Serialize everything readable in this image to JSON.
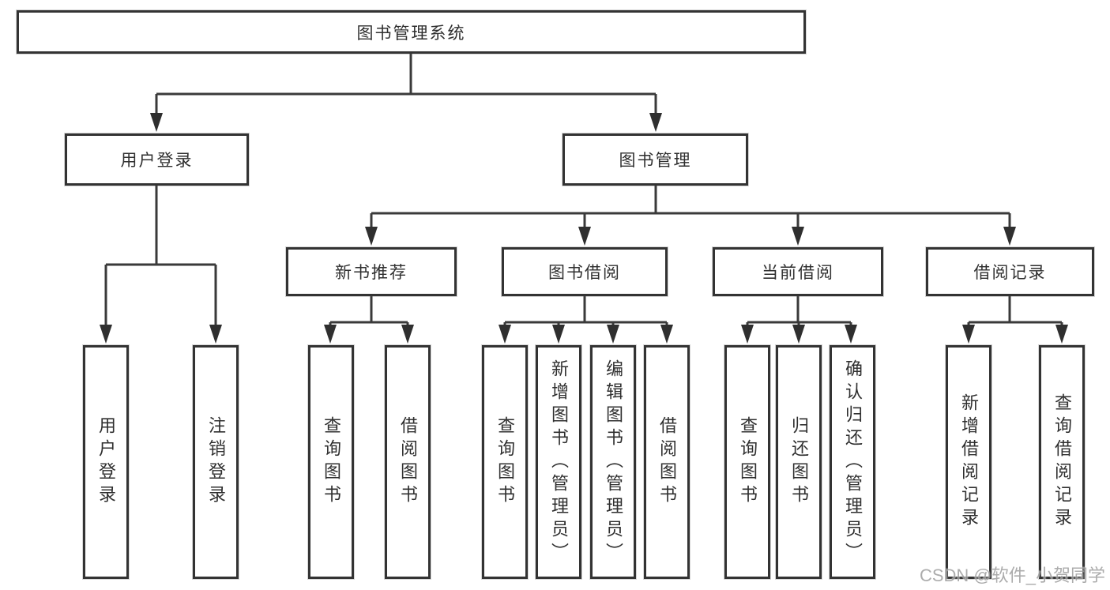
{
  "diagram": {
    "root": {
      "label": "图书管理系统"
    },
    "level2": [
      {
        "label": "用户登录"
      },
      {
        "label": "图书管理"
      }
    ],
    "level3": [
      {
        "label": "新书推荐"
      },
      {
        "label": "图书借阅"
      },
      {
        "label": "当前借阅"
      },
      {
        "label": "借阅记录"
      }
    ],
    "leaves": [
      {
        "label": "用户登录",
        "parent": "用户登录"
      },
      {
        "label": "注销登录",
        "parent": "用户登录"
      },
      {
        "label": "查询图书",
        "parent": "新书推荐"
      },
      {
        "label": "借阅图书",
        "parent": "新书推荐"
      },
      {
        "label": "查询图书",
        "parent": "图书借阅"
      },
      {
        "label": "新增图书（管理员）",
        "parent": "图书借阅"
      },
      {
        "label": "编辑图书（管理员）",
        "parent": "图书借阅"
      },
      {
        "label": "借阅图书",
        "parent": "图书借阅"
      },
      {
        "label": "查询图书",
        "parent": "当前借阅"
      },
      {
        "label": "归还图书",
        "parent": "当前借阅"
      },
      {
        "label": "确认归还（管理员）",
        "parent": "当前借阅"
      },
      {
        "label": "新增借阅记录",
        "parent": "借阅记录"
      },
      {
        "label": "查询借阅记录",
        "parent": "借阅记录"
      }
    ]
  },
  "watermark": {
    "text": "CSDN @软件_小贺同学"
  },
  "colors": {
    "line": "#3a3a3a",
    "border": "#333333",
    "text": "#2f2f2f",
    "watermark": "#9e9e9e",
    "background": "#ffffff"
  }
}
